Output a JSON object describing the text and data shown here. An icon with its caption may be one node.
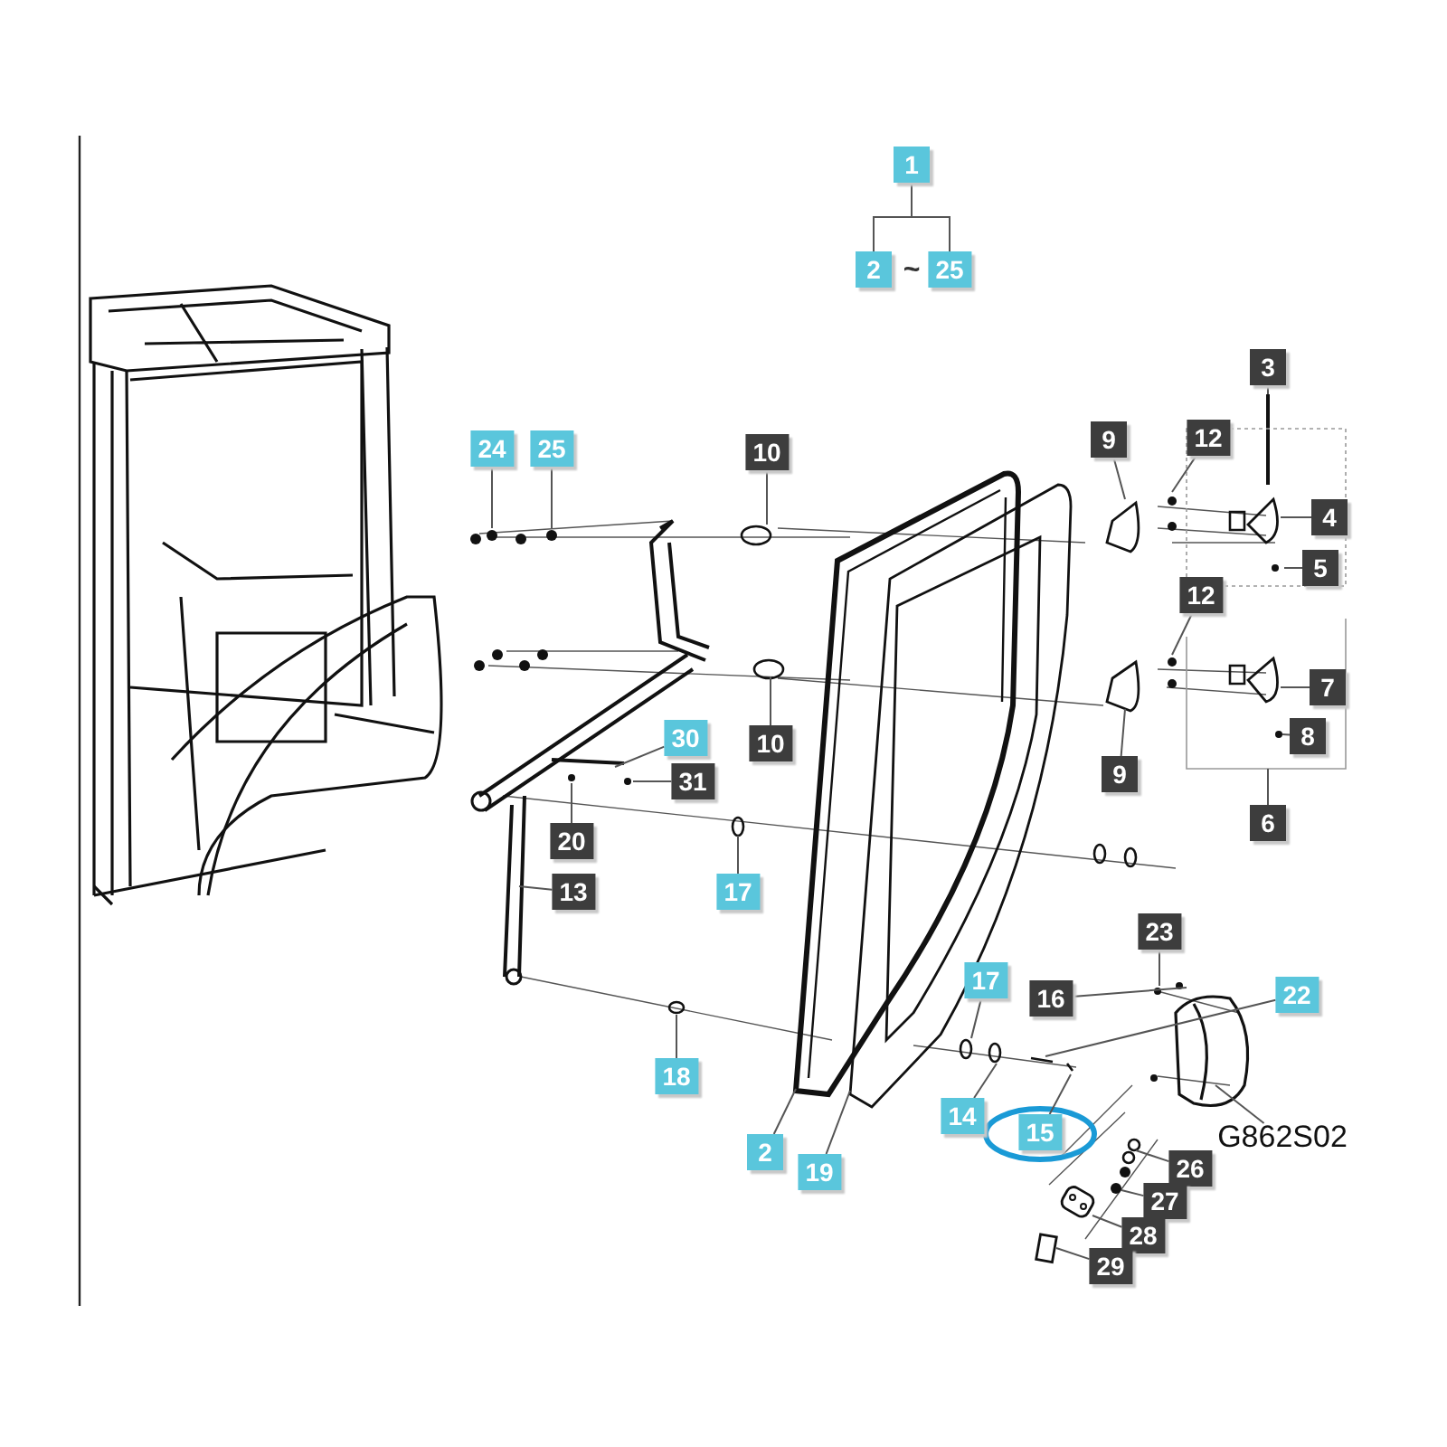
{
  "diagram": {
    "nodes": [
      {
        "text": [
          "1"
        ]
      },
      {
        "text": [
          "2"
        ]
      },
      {
        "text": [
          "25"
        ]
      },
      {
        "text": [
          "3"
        ]
      },
      {
        "text": [
          "24"
        ]
      },
      {
        "text": [
          "25"
        ]
      },
      {
        "text": [
          "10"
        ]
      },
      {
        "text": [
          "9"
        ]
      },
      {
        "text": [
          "12"
        ]
      },
      {
        "text": [
          "4"
        ]
      },
      {
        "text": [
          "5"
        ]
      },
      {
        "text": [
          "12"
        ]
      },
      {
        "text": [
          "7"
        ]
      },
      {
        "text": [
          "8"
        ]
      },
      {
        "text": [
          "30"
        ]
      },
      {
        "text": [
          "10"
        ]
      },
      {
        "text": [
          "9"
        ]
      },
      {
        "text": [
          "31"
        ]
      },
      {
        "text": [
          "6"
        ]
      },
      {
        "text": [
          "20"
        ]
      },
      {
        "text": [
          "13"
        ]
      },
      {
        "text": [
          "17"
        ]
      },
      {
        "text": [
          "23"
        ]
      },
      {
        "text": [
          "17"
        ]
      },
      {
        "text": [
          "16"
        ]
      },
      {
        "text": [
          "22"
        ]
      },
      {
        "text": [
          "18"
        ]
      },
      {
        "text": [
          "14"
        ]
      },
      {
        "text": [
          "15"
        ]
      },
      {
        "text": [
          "G862S02"
        ]
      },
      {
        "text": [
          "2"
        ]
      },
      {
        "text": [
          "26"
        ]
      },
      {
        "text": [
          "19"
        ]
      },
      {
        "text": [
          "27"
        ]
      },
      {
        "text": [
          "28"
        ]
      },
      {
        "text": [
          "29"
        ]
      }
    ],
    "edges": [
      {
        "from": 0,
        "to": 1,
        "arrow": "none"
      },
      {
        "from": 0,
        "to": 2,
        "arrow": "none"
      },
      {
        "from": 3,
        "to": null,
        "arrow": "none"
      },
      {
        "from": 4,
        "to": null,
        "arrow": "none"
      },
      {
        "from": 5,
        "to": null,
        "arrow": "none"
      },
      {
        "from": 6,
        "to": null,
        "arrow": "none"
      },
      {
        "from": 7,
        "to": null,
        "arrow": "none"
      },
      {
        "from": 8,
        "to": null,
        "arrow": "none"
      },
      {
        "from": 9,
        "to": null,
        "arrow": "none"
      },
      {
        "from": 10,
        "to": null,
        "arrow": "none"
      },
      {
        "from": 11,
        "to": null,
        "arrow": "none"
      },
      {
        "from": 12,
        "to": null,
        "arrow": "none"
      },
      {
        "from": 13,
        "to": null,
        "arrow": "none"
      },
      {
        "from": 14,
        "to": null,
        "arrow": "none"
      },
      {
        "from": 15,
        "to": null,
        "arrow": "none"
      },
      {
        "from": 16,
        "to": null,
        "arrow": "none"
      },
      {
        "from": 17,
        "to": null,
        "arrow": "none"
      },
      {
        "from": 19,
        "to": null,
        "arrow": "none"
      },
      {
        "from": 20,
        "to": null,
        "arrow": "none"
      },
      {
        "from": 21,
        "to": null,
        "arrow": "none"
      },
      {
        "from": 22,
        "to": null,
        "arrow": "none"
      },
      {
        "from": 23,
        "to": null,
        "arrow": "none"
      },
      {
        "from": 24,
        "to": null,
        "arrow": "none"
      },
      {
        "from": 25,
        "to": null,
        "arrow": "none"
      },
      {
        "from": 26,
        "to": null,
        "arrow": "none"
      },
      {
        "from": 27,
        "to": null,
        "arrow": "none"
      },
      {
        "from": 28,
        "to": null,
        "arrow": "none"
      },
      {
        "from": 29,
        "to": null,
        "arrow": "none"
      },
      {
        "from": 30,
        "to": null,
        "arrow": "none"
      },
      {
        "from": 31,
        "to": null,
        "arrow": "none"
      },
      {
        "from": 32,
        "to": null,
        "arrow": "none"
      },
      {
        "from": 33,
        "to": null,
        "arrow": "none"
      },
      {
        "from": 34,
        "to": null,
        "arrow": "none"
      },
      {
        "from": 35,
        "to": null,
        "arrow": "none"
      },
      {
        "from": 18,
        "to": null,
        "arrow": "none"
      }
    ],
    "labels": [
      "~"
    ]
  }
}
